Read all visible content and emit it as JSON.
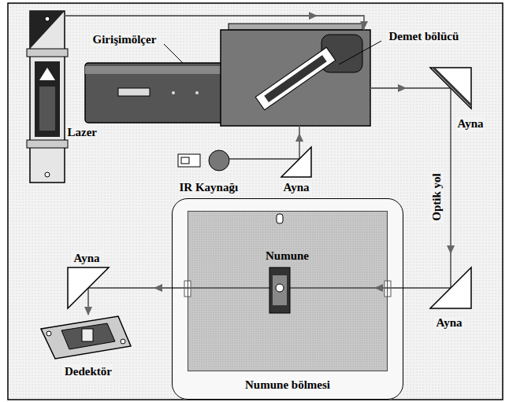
{
  "diagram": {
    "nodes": [
      {
        "text": [
          "Numune bölmesi"
        ]
      },
      {
        "text": [
          "Numune"
        ],
        "in": 0
      }
    ],
    "labels": [
      "Girişimölçer",
      "Demet bölücü",
      "Lazer",
      "Ayna",
      "IR Kaynağı",
      "Ayna",
      "Optik yol",
      "Ayna",
      "Ayna",
      "Dedektör"
    ]
  }
}
